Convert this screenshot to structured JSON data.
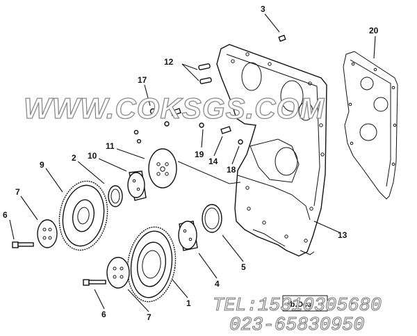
{
  "callouts": [
    {
      "id": "3",
      "text": "3"
    },
    {
      "id": "20",
      "text": "20"
    },
    {
      "id": "12",
      "text": "12"
    },
    {
      "id": "17",
      "text": "17"
    },
    {
      "id": "11",
      "text": "11"
    },
    {
      "id": "10",
      "text": "10"
    },
    {
      "id": "2",
      "text": "2"
    },
    {
      "id": "9",
      "text": "9"
    },
    {
      "id": "7a",
      "text": "7"
    },
    {
      "id": "6a",
      "text": "6"
    },
    {
      "id": "19",
      "text": "19"
    },
    {
      "id": "14",
      "text": "14"
    },
    {
      "id": "18",
      "text": "18"
    },
    {
      "id": "13",
      "text": "13"
    },
    {
      "id": "5",
      "text": "5"
    },
    {
      "id": "4",
      "text": "4"
    },
    {
      "id": "1",
      "text": "1"
    },
    {
      "id": "7b",
      "text": "7"
    },
    {
      "id": "6b",
      "text": "6"
    }
  ],
  "watermark": "WWW.COKSGS.COM",
  "contact": {
    "tel": "TEL:15310305680",
    "phone": "023-65830950"
  },
  "ref_label": "fb.Ocs"
}
